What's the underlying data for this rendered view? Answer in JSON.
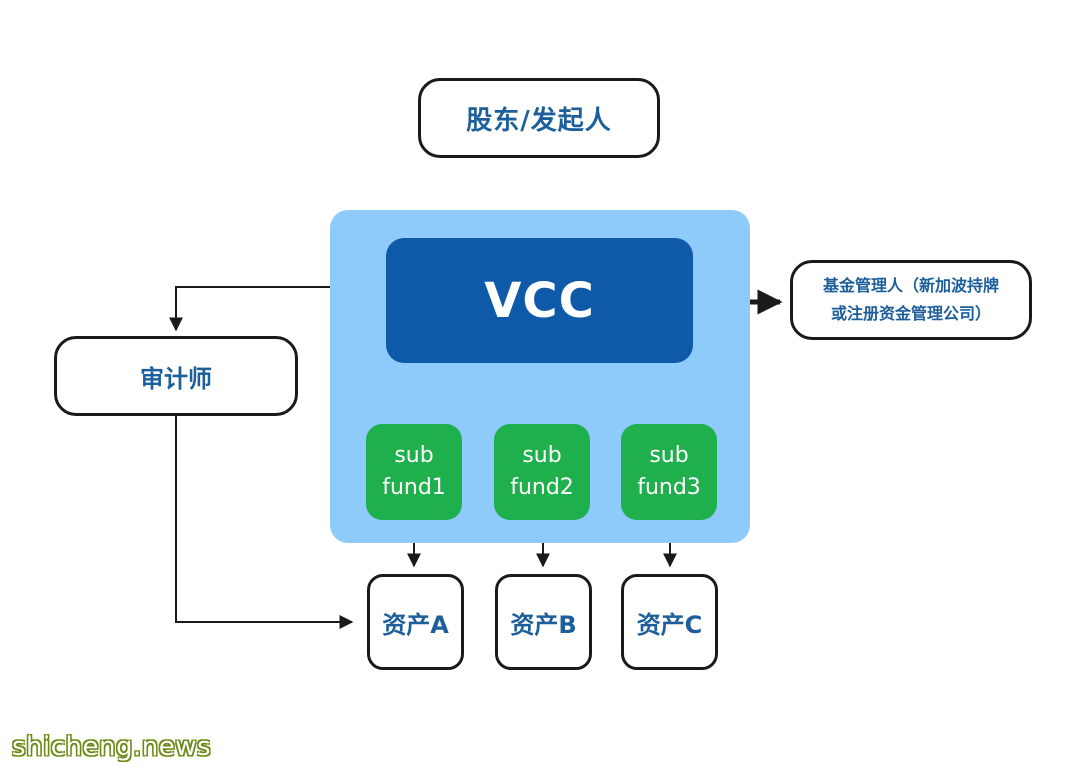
{
  "nodes": {
    "shareholder": "股东/发起人",
    "vcc": "VCC",
    "auditor": "审计师",
    "manager_line1": "基金管理人（新加波持牌",
    "manager_line2": "或注册资金管理公司）"
  },
  "subfunds": [
    {
      "line1": "sub",
      "line2": "fund1"
    },
    {
      "line1": "sub",
      "line2": "fund2"
    },
    {
      "line1": "sub",
      "line2": "fund3"
    }
  ],
  "assets": [
    "资产A",
    "资产B",
    "资产C"
  ],
  "watermark": "shicheng.news",
  "colors": {
    "container": "#8ecbfa",
    "vcc_core": "#0f5aa8",
    "subfund": "#1fb04d",
    "label_text": "#1d5f9b",
    "outline": "#1a1a1a"
  }
}
